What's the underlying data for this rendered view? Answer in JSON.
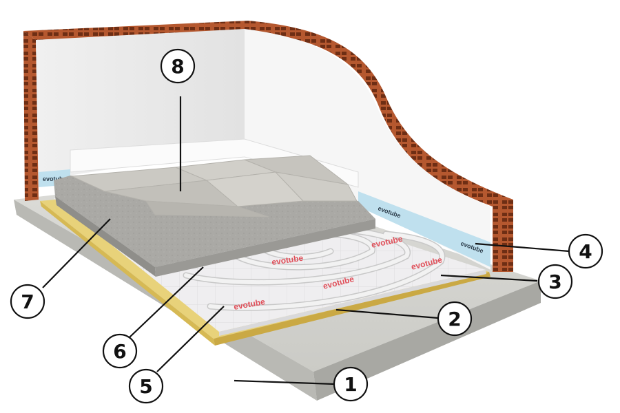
{
  "brand": {
    "tube_text": "evotube",
    "print_color": "#e0505a",
    "strip_text_color": "#2a3a48"
  },
  "colors": {
    "brick": "#b5582f",
    "brick_hole": "#6e2e14",
    "wall": "#f3f3f3",
    "slab": "#cfcfcb",
    "insulation": "#e8d27a",
    "panel": "#efeef0",
    "screed": "#a9a9a6",
    "tile": "#c8c6c0",
    "edge_strip": "#bfe0ee",
    "pipe": "#ededed"
  },
  "callouts": [
    {
      "id": "1",
      "label": "1"
    },
    {
      "id": "2",
      "label": "2"
    },
    {
      "id": "3",
      "label": "3"
    },
    {
      "id": "4",
      "label": "4"
    },
    {
      "id": "5",
      "label": "5"
    },
    {
      "id": "6",
      "label": "6"
    },
    {
      "id": "7",
      "label": "7"
    },
    {
      "id": "8",
      "label": "8"
    }
  ]
}
